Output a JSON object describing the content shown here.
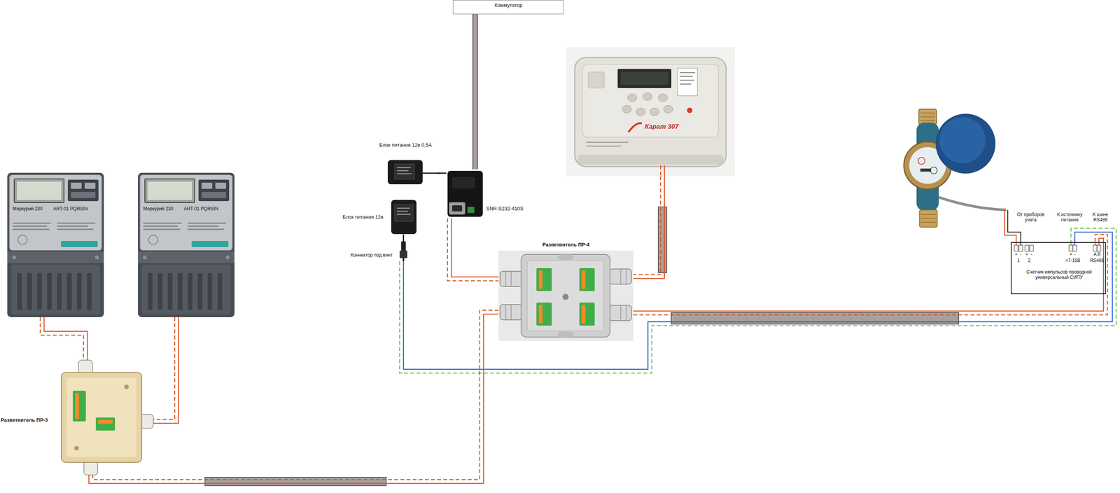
{
  "diagram": {
    "nodes": [
      {
        "text": [
          "Коммутатор"
        ]
      },
      {
        "text": [
          "Блок питания 12в 0,5А"
        ]
      },
      {
        "text": [
          "SNR-S232-410S"
        ]
      },
      {
        "text": [
          "Блок питания 12в"
        ]
      },
      {
        "text": [
          "Коннектор под винт"
        ]
      },
      {
        "text": [
          "Карат 307"
        ]
      },
      {
        "text": [
          "Разветвитель ПР-4"
        ]
      },
      {
        "text": [
          "Меркурий 230",
          "ART-01 PQRSIN"
        ]
      },
      {
        "text": [
          "Меркурий 230",
          "ART-01 PQRSIN"
        ]
      },
      {
        "text": [
          "Разветвитель ПР-3"
        ]
      },
      {
        "text": [
          "Счетчик импульсов проводной универсальный СИПУ"
        ]
      }
    ],
    "edges": [
      {
        "from": 0,
        "to": 2,
        "arrow": "none"
      },
      {
        "from": 1,
        "to": 2,
        "arrow": "none"
      },
      {
        "from": 2,
        "to": 6,
        "arrow": "none"
      },
      {
        "from": 3,
        "to": 4,
        "arrow": "none"
      },
      {
        "from": 4,
        "to": 10,
        "arrow": "none"
      },
      {
        "from": 5,
        "to": 6,
        "arrow": "none"
      },
      {
        "from": 6,
        "to": 10,
        "arrow": "none"
      },
      {
        "from": 6,
        "to": 9,
        "arrow": "none"
      },
      {
        "from": 7,
        "to": 9,
        "arrow": "none"
      },
      {
        "from": 8,
        "to": 9,
        "arrow": "none"
      }
    ],
    "labels": [
      "От приборов учета",
      "К источнику питания",
      "К шине RS485",
      "+",
      "-",
      "+",
      "-",
      "+",
      "-",
      "A",
      "B",
      "1",
      "2",
      "=7-15В",
      "RS485"
    ]
  }
}
